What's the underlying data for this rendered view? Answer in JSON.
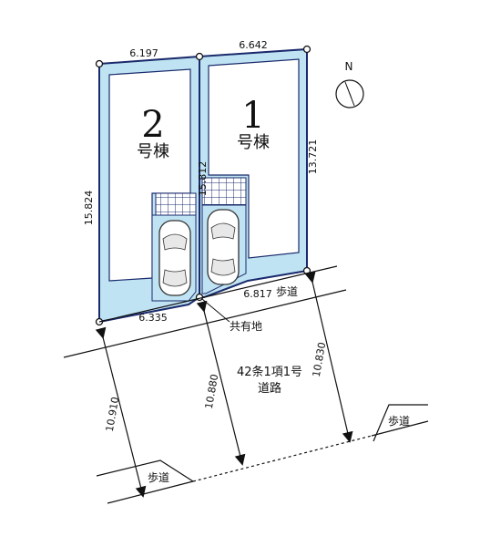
{
  "lots": [
    {
      "number": "2",
      "label": "号棟"
    },
    {
      "number": "1",
      "label": "号棟"
    }
  ],
  "dimensions": {
    "lot2_top": "6.197",
    "lot1_top": "6.642",
    "lot2_left": "15.824",
    "lot1_right": "13.721",
    "center_line": "15.812",
    "lot2_bottom": "6.335",
    "lot1_bottom": "6.817",
    "road_left": "10.910",
    "road_center": "10.880",
    "road_right": "10.830"
  },
  "labels": {
    "shared_land": "共有地",
    "sidewalk_top": "歩道",
    "sidewalk_right": "歩道",
    "sidewalk_left": "歩道",
    "road_line1": "42条1項1号",
    "road_line2": "道路"
  },
  "compass": {
    "north": "N"
  },
  "colors": {
    "lot_fill": "#bfe3f2",
    "outline": "#1a2a6c",
    "building": "#ffffff"
  }
}
